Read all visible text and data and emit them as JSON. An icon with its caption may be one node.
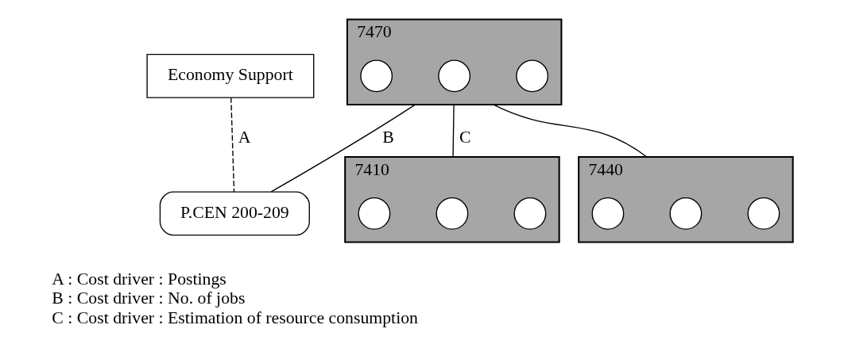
{
  "diagram": {
    "nodes": [
      {
        "text": [
          "Economy Support"
        ]
      },
      {
        "text": [
          "7470"
        ]
      },
      {
        "text": [],
        "shape": "circle",
        "in": 1
      },
      {
        "text": [],
        "shape": "circle",
        "in": 1
      },
      {
        "text": [],
        "shape": "circle",
        "in": 1
      },
      {
        "text": [
          "P.CEN 200-209"
        ]
      },
      {
        "text": [
          "7410"
        ]
      },
      {
        "text": [],
        "shape": "circle",
        "in": 6
      },
      {
        "text": [],
        "shape": "circle",
        "in": 6
      },
      {
        "text": [],
        "shape": "circle",
        "in": 6
      },
      {
        "text": [
          "7440"
        ]
      },
      {
        "text": [],
        "shape": "circle",
        "in": 10
      },
      {
        "text": [],
        "shape": "circle",
        "in": 10
      },
      {
        "text": [],
        "shape": "circle",
        "in": 10
      }
    ],
    "edges": [
      {
        "from": 0,
        "to": 5,
        "arrow": "none",
        "label": "A",
        "style": "dashed"
      },
      {
        "from": 1,
        "to": 5,
        "arrow": "none",
        "label": "B"
      },
      {
        "from": 1,
        "to": 6,
        "arrow": "none",
        "label": "C"
      },
      {
        "from": 1,
        "to": 10,
        "arrow": "none"
      }
    ],
    "labels": [
      "A : Cost driver : Postings",
      "B : Cost driver : No. of jobs",
      "C : Cost driver : Estimation of resource consumption"
    ]
  }
}
